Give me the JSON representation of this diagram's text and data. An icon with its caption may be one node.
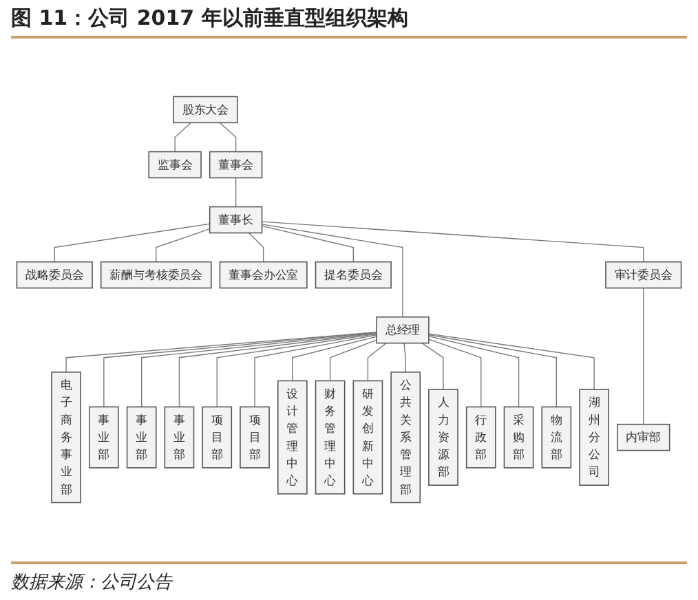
{
  "diagram": {
    "title": "图 11：公司 2017 年以前垂直型组织架构",
    "caption": "数据来源：公司公告",
    "nodes": [
      {
        "text": [
          "股东大会"
        ]
      },
      {
        "text": [
          "监事会"
        ]
      },
      {
        "text": [
          "董事会"
        ]
      },
      {
        "text": [
          "战略委员会"
        ]
      },
      {
        "text": [
          "薪酬与考核委员会"
        ]
      },
      {
        "text": [
          "董事长"
        ]
      },
      {
        "text": [
          "董事会办公室"
        ]
      },
      {
        "text": [
          "提名委员会"
        ]
      },
      {
        "text": [
          "总经理"
        ]
      },
      {
        "text": [
          "内审部"
        ]
      },
      {
        "text": [
          "审计委员会"
        ]
      },
      {
        "text": [
          "电子商务事业部"
        ]
      },
      {
        "text": [
          "事业部"
        ]
      },
      {
        "text": [
          "事业部"
        ]
      },
      {
        "text": [
          "事业部"
        ]
      },
      {
        "text": [
          "项目部"
        ]
      },
      {
        "text": [
          "项目部"
        ]
      },
      {
        "text": [
          "设计管理中心"
        ]
      },
      {
        "text": [
          "财务管理中心"
        ]
      },
      {
        "text": [
          "研发创新中心"
        ]
      },
      {
        "text": [
          "公共关系管理部"
        ]
      },
      {
        "text": [
          "人力资源部"
        ]
      },
      {
        "text": [
          "行政部"
        ]
      },
      {
        "text": [
          "采购部"
        ]
      },
      {
        "text": [
          "物流部"
        ]
      },
      {
        "text": [
          "湖州分公司"
        ]
      }
    ],
    "edges": [
      {
        "from": 0,
        "to": 2,
        "arrow": "none"
      },
      {
        "from": 0,
        "to": 1,
        "arrow": "none"
      },
      {
        "from": 2,
        "to": 5,
        "arrow": "none"
      },
      {
        "from": 5,
        "to": 8,
        "arrow": "none"
      },
      {
        "from": 5,
        "to": 6,
        "arrow": "none"
      },
      {
        "from": 5,
        "to": 3,
        "arrow": "none"
      },
      {
        "from": 5,
        "to": 4,
        "arrow": "none"
      },
      {
        "from": 5,
        "to": 7,
        "arrow": "none"
      },
      {
        "from": 5,
        "to": 10,
        "arrow": "none"
      },
      {
        "from": 10,
        "to": 9,
        "arrow": "none"
      },
      {
        "from": 8,
        "to": 11,
        "arrow": "none"
      },
      {
        "from": 8,
        "to": 12,
        "arrow": "none"
      },
      {
        "from": 8,
        "to": 13,
        "arrow": "none"
      },
      {
        "from": 8,
        "to": 14,
        "arrow": "none"
      },
      {
        "from": 8,
        "to": 15,
        "arrow": "none"
      },
      {
        "from": 8,
        "to": 16,
        "arrow": "none"
      },
      {
        "from": 8,
        "to": 17,
        "arrow": "none"
      },
      {
        "from": 8,
        "to": 18,
        "arrow": "none"
      },
      {
        "from": 8,
        "to": 19,
        "arrow": "none"
      },
      {
        "from": 8,
        "to": 20,
        "arrow": "none"
      },
      {
        "from": 8,
        "to": 21,
        "arrow": "none"
      },
      {
        "from": 8,
        "to": 22,
        "arrow": "none"
      },
      {
        "from": 8,
        "to": 23,
        "arrow": "none"
      },
      {
        "from": 8,
        "to": 24,
        "arrow": "none"
      },
      {
        "from": 8,
        "to": 25,
        "arrow": "none"
      }
    ]
  }
}
